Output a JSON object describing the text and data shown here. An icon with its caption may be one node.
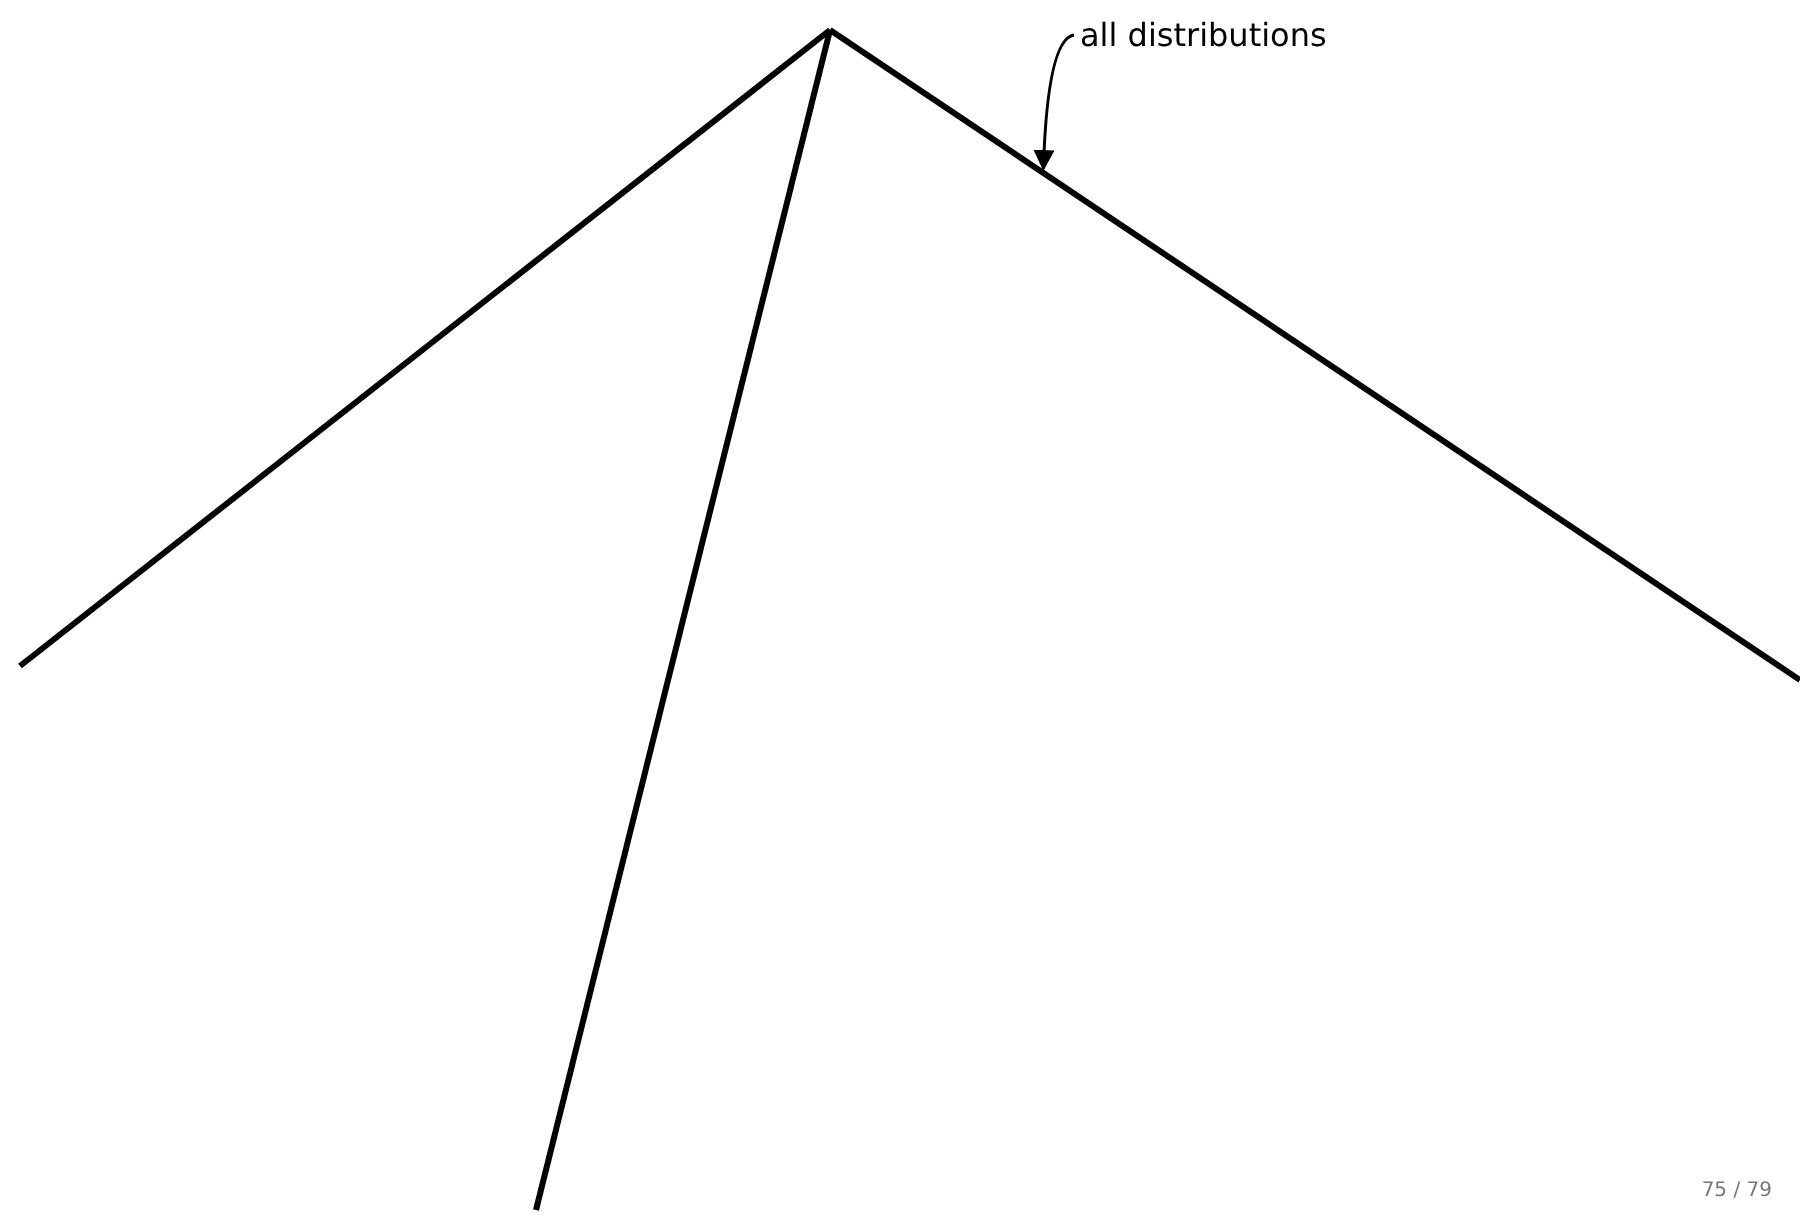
{
  "diagram": {
    "nodes": [
      {
        "text": [
          "all distributions"
        ]
      },
      {
        "text": [],
        "shape": "line"
      }
    ],
    "edges": [
      {
        "from": 0,
        "to": 1,
        "arrow": "to"
      }
    ],
    "labels": [
      "75 / 79"
    ]
  }
}
